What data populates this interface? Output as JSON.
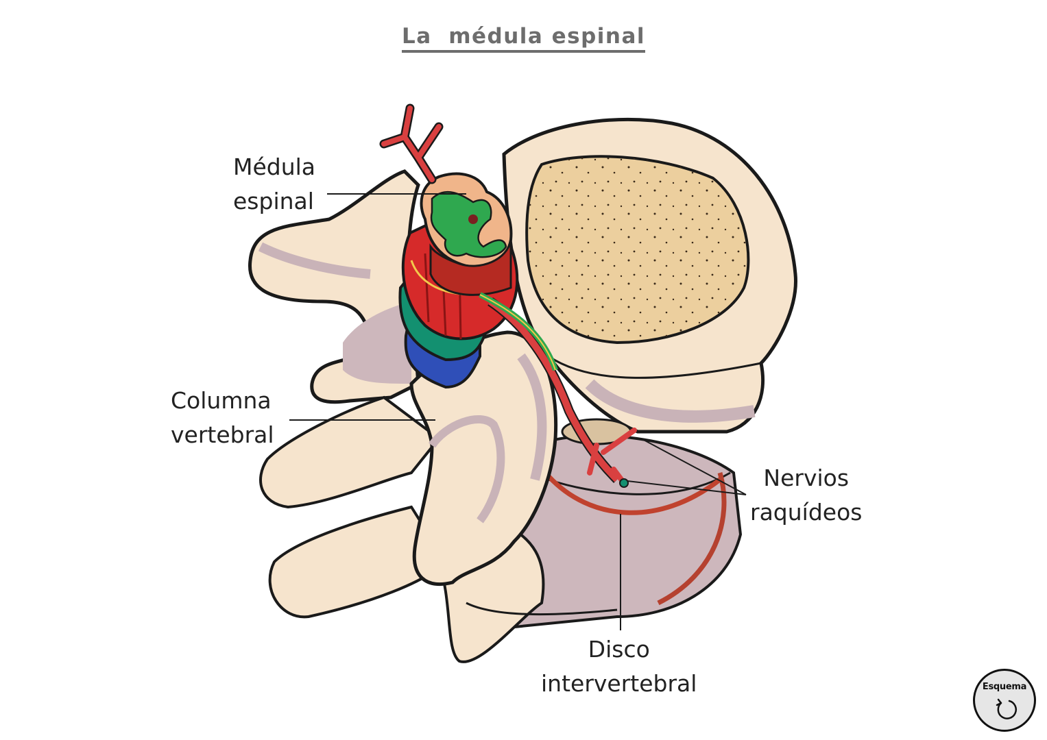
{
  "title": "La  médula espinal",
  "labels": {
    "spinal_cord": [
      "Médula",
      "espinal"
    ],
    "vertebral_column": [
      "Columna",
      "vertebral"
    ],
    "spinal_nerves": [
      "Nervios",
      "raquídeos"
    ],
    "intervertebral_disc": [
      "Disco",
      "intervertebral"
    ]
  },
  "badge": {
    "label": "Esquema",
    "icon": "rotate-ccw-icon"
  },
  "colors": {
    "title": "#6d6d6d",
    "bone": "#f6e4cd",
    "bone_shadow": "#c9b3b8",
    "vertebral_body": "#eccf9e",
    "spinal_cord_red": "#d62a2a",
    "grey_matter": "#2fa84f",
    "meninges_teal": "#139070",
    "meninges_blue": "#2f4fb8",
    "outline": "#1a1a1a"
  }
}
